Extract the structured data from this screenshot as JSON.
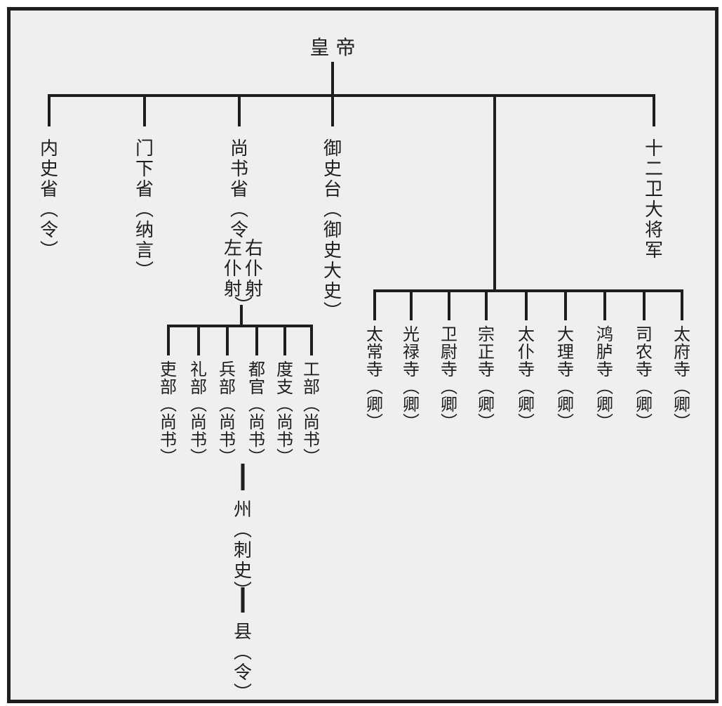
{
  "colors": {
    "ink": "#1e1e1e",
    "background": "#efefef"
  },
  "root": "皇 帝",
  "top_units": [
    {
      "id": "neishi",
      "chars": [
        "内",
        "史",
        "省",
        "︵",
        "令",
        "︶"
      ]
    },
    {
      "id": "menxia",
      "chars": [
        "门",
        "下",
        "省",
        "︵",
        "纳",
        "言",
        "︶"
      ]
    },
    {
      "id": "shangshu",
      "chars": [
        "尚",
        "书",
        "省",
        "︵",
        "令"
      ]
    },
    {
      "id": "yushi",
      "chars": [
        "御",
        "史",
        "台",
        "︵",
        "御",
        "史",
        "大",
        "史",
        "︶"
      ]
    },
    {
      "id": "weijiang",
      "chars": [
        "十",
        "二",
        "卫",
        "大",
        "将",
        "军"
      ]
    }
  ],
  "shangshu_puye": {
    "right": [
      "右",
      "仆",
      "射"
    ],
    "left": [
      "左",
      "仆",
      "射"
    ],
    "close": "︶"
  },
  "ministries": [
    {
      "id": "li-bu",
      "chars": [
        "吏",
        "部",
        "︵",
        "尚",
        "书",
        "︶"
      ]
    },
    {
      "id": "li-bu-rites",
      "chars": [
        "礼",
        "部",
        "︵",
        "尚",
        "书",
        "︶"
      ]
    },
    {
      "id": "bing-bu",
      "chars": [
        "兵",
        "部",
        "︵",
        "尚",
        "书",
        "︶"
      ]
    },
    {
      "id": "du-guan",
      "chars": [
        "都",
        "官",
        "︵",
        "尚",
        "书",
        "︶"
      ]
    },
    {
      "id": "du-zhi",
      "chars": [
        "度",
        "支",
        "︵",
        "尚",
        "书",
        "︶"
      ]
    },
    {
      "id": "gong-bu",
      "chars": [
        "工",
        "部",
        "︵",
        "尚",
        "书",
        "︶"
      ]
    }
  ],
  "temples": [
    {
      "id": "taichang",
      "chars": [
        "太",
        "常",
        "寺",
        "︵",
        "卿",
        "︶"
      ]
    },
    {
      "id": "guanglu",
      "chars": [
        "光",
        "禄",
        "寺",
        "︵",
        "卿",
        "︶"
      ]
    },
    {
      "id": "weiwei",
      "chars": [
        "卫",
        "尉",
        "寺",
        "︵",
        "卿",
        "︶"
      ]
    },
    {
      "id": "zongzheng",
      "chars": [
        "宗",
        "正",
        "寺",
        "︵",
        "卿",
        "︶"
      ]
    },
    {
      "id": "taipu",
      "chars": [
        "太",
        "仆",
        "寺",
        "︵",
        "卿",
        "︶"
      ]
    },
    {
      "id": "dali",
      "chars": [
        "大",
        "理",
        "寺",
        "︵",
        "卿",
        "︶"
      ]
    },
    {
      "id": "honglu",
      "chars": [
        "鸿",
        "胪",
        "寺",
        "︵",
        "卿",
        "︶"
      ]
    },
    {
      "id": "sinong",
      "chars": [
        "司",
        "农",
        "寺",
        "︵",
        "卿",
        "︶"
      ]
    },
    {
      "id": "taifu",
      "chars": [
        "太",
        "府",
        "寺",
        "︵",
        "卿",
        "︶"
      ]
    }
  ],
  "local": [
    {
      "id": "zhou",
      "chars": [
        "州",
        "︵",
        "刺",
        "史",
        "︶"
      ]
    },
    {
      "id": "xian",
      "chars": [
        "县",
        "︵",
        "令",
        "︶"
      ]
    }
  ]
}
